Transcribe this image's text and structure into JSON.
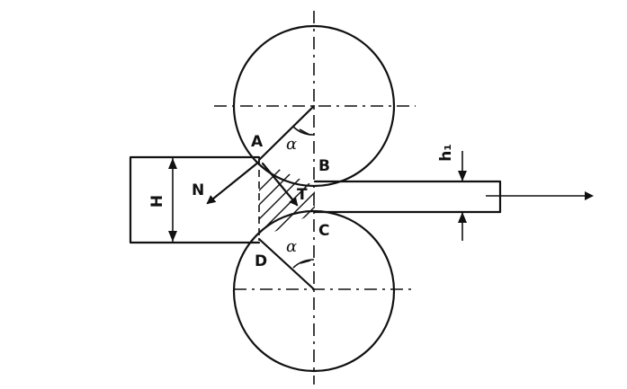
{
  "labels": {
    "A": "A",
    "B": "B",
    "C": "C",
    "D": "D",
    "N": "N",
    "T": "T",
    "H": "H",
    "h": "h₁",
    "alpha_top": "α",
    "alpha_bottom": "α"
  }
}
